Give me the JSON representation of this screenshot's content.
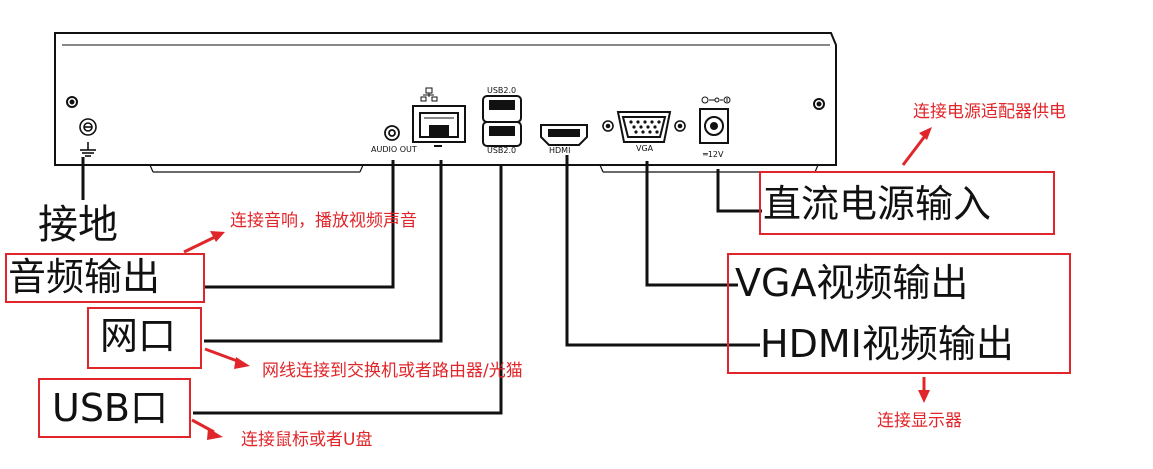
{
  "panel_labels": {
    "audio_out": "AUDIO OUT",
    "usb_top": "USB2.0",
    "usb_bottom": "USB2.0",
    "hdmi": "HDMI",
    "vga": "VGA",
    "power": "═12V"
  },
  "callouts": {
    "ground": "接地",
    "audio_output": "音频输出",
    "network_port": "网口",
    "usb_port": "USB口",
    "dc_power_input": "直流电源输入",
    "vga_output": "VGA视频输出",
    "hdmi_output": "HDMI视频输出"
  },
  "annotations": {
    "audio_note": "连接音响，播放视频声音",
    "network_note": "网线连接到交换机或者路由器/光猫",
    "usb_note": "连接鼠标或者U盘",
    "power_note": "连接电源适配器供电",
    "display_note": "连接显示器"
  },
  "colors": {
    "annotation_red": "#e0262a",
    "line_black": "#111111"
  }
}
